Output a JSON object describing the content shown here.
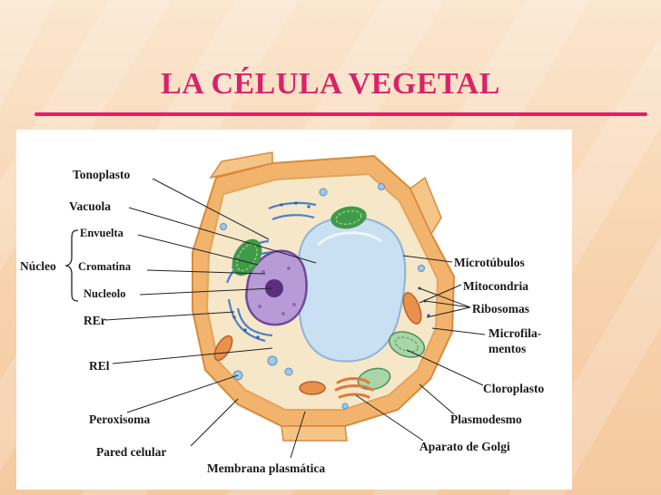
{
  "title": "LA CÉLULA VEGETAL",
  "labels": {
    "tonoplasto": "Tonoplasto",
    "vacuola": "Vacuola",
    "envuelta": "Envuelta",
    "nucleo": "Núcleo",
    "cromatina": "Cromatina",
    "nucleolo": "Nucleolo",
    "rer": "REr",
    "rel": "REl",
    "peroxisoma": "Peroxisoma",
    "pared_celular": "Pared celular",
    "membrana_plasmatica": "Membrana plasmática",
    "aparato_golgi": "Aparato de Golgi",
    "plasmodesmo": "Plasmodesmo",
    "cloroplasto": "Cloroplasto",
    "microfilamentos_1": "Microfila-",
    "microfilamentos_2": "mentos",
    "ribosomas": "Ribosomas",
    "mitocondria": "Mitocondria",
    "microtubulos": "Microtúbulos"
  },
  "colors": {
    "title": "#d8236a",
    "cell_wall": "#f2b46c",
    "cytoplasm": "#f6e7c8",
    "vacuole": "#c9dff2",
    "nucleus": "#b79ad6",
    "chloroplast": "#3f9a4a",
    "mitochondria": "#e9904a"
  }
}
